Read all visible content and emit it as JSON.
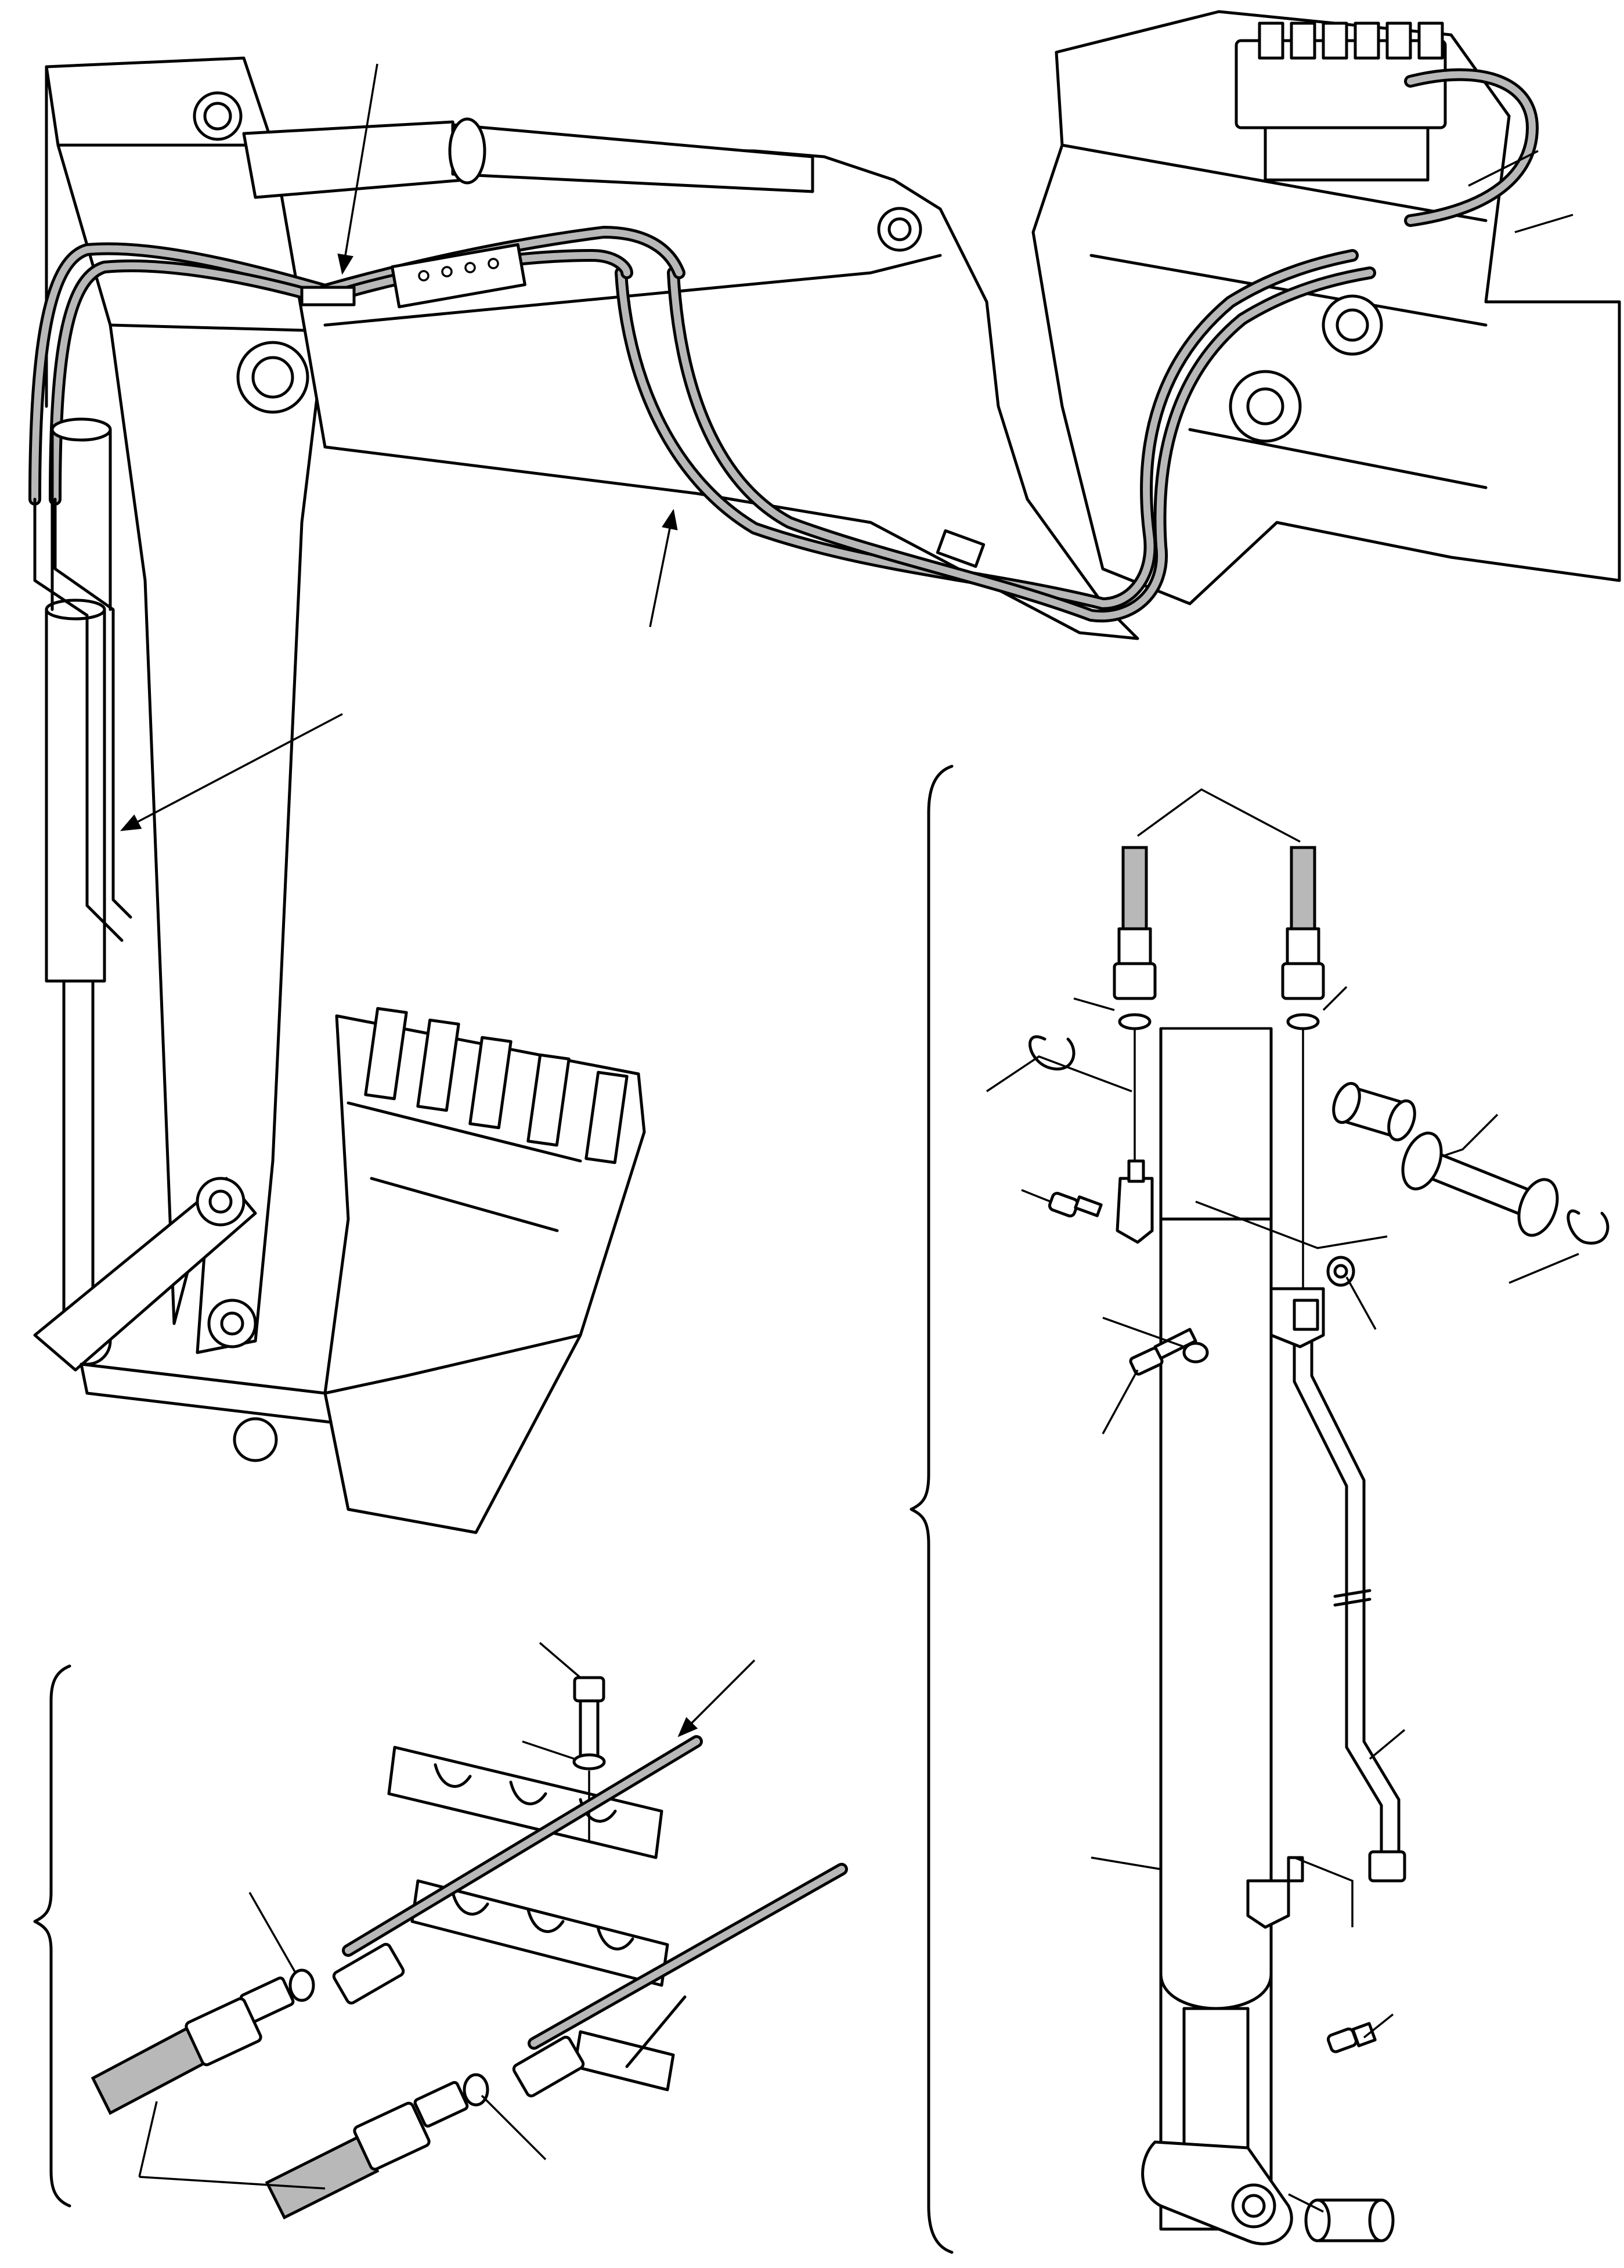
{
  "figure": {
    "views": [
      "boom-assembly-overview",
      "bucket-cylinder-detail",
      "hose-clamp-detail"
    ],
    "colors": {
      "line": "#000000",
      "hose_shading": "#b8b8b8",
      "background": "#ffffff"
    },
    "icons": [
      "callout-arrow",
      "group-brace"
    ]
  }
}
